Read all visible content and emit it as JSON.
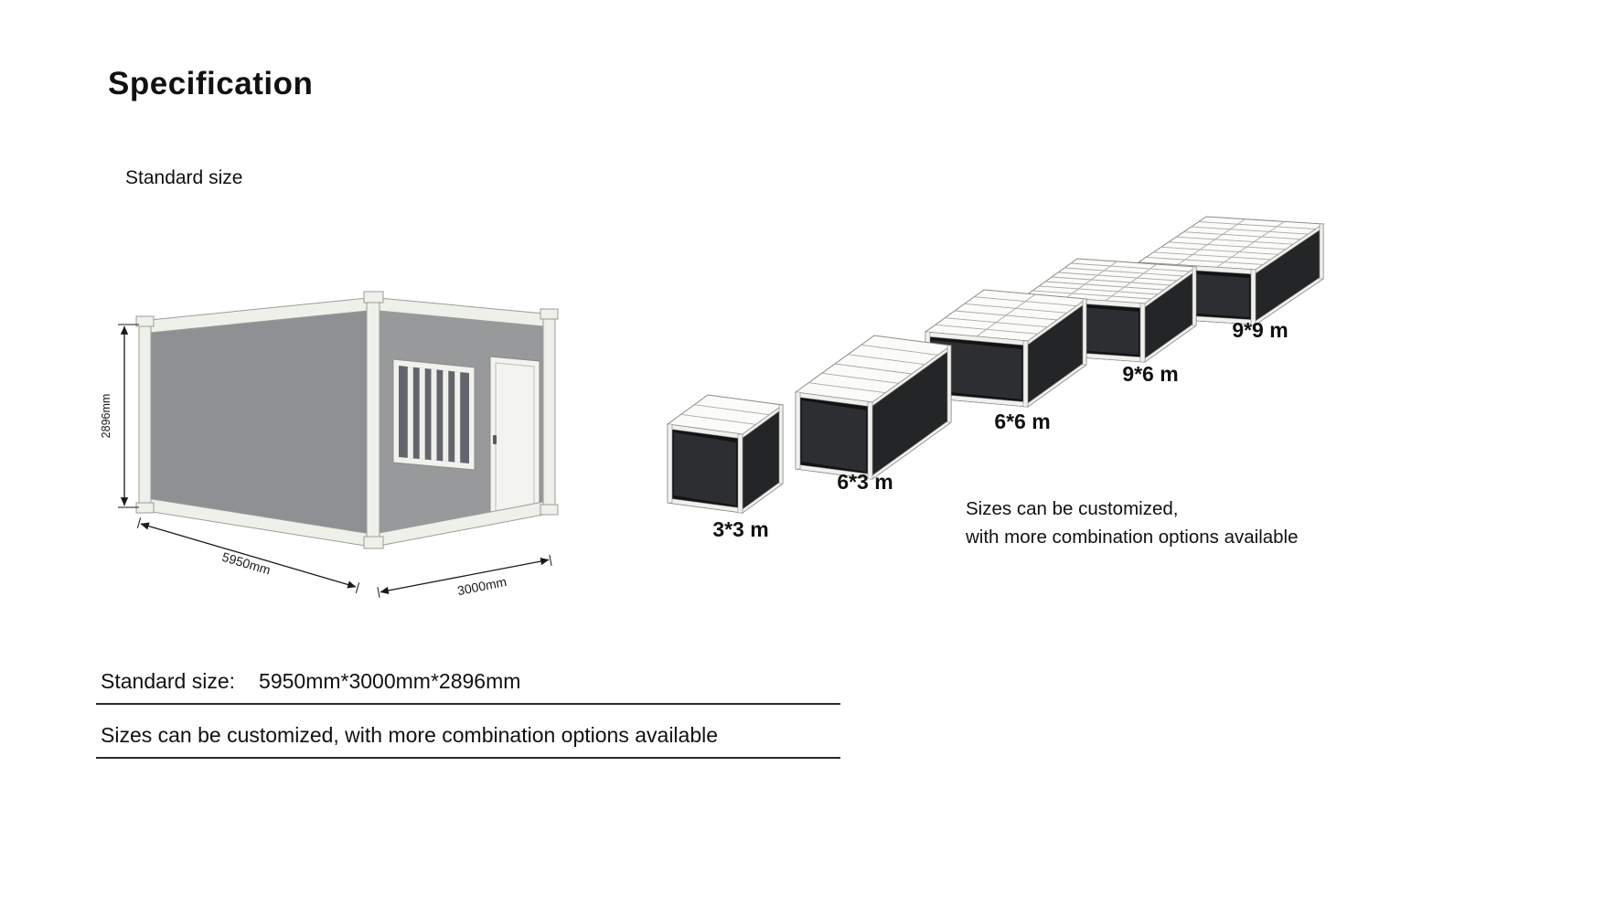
{
  "page": {
    "title": "Specification",
    "section_label": "Standard size"
  },
  "house": {
    "height_label": "2896mm",
    "length_label": "5950mm",
    "width_label": "3000mm"
  },
  "modules": [
    {
      "label": "3*3 m"
    },
    {
      "label": "6*3 m"
    },
    {
      "label": "6*6 m"
    },
    {
      "label": "9*6 m"
    },
    {
      "label": "9*9 m"
    }
  ],
  "note": {
    "line1": "Sizes can be customized,",
    "line2": "with more combination options available"
  },
  "footer": {
    "standard_size_label": "Standard size:",
    "standard_size_value": "5950mm*3000mm*2896mm",
    "custom_note": "Sizes can be customized, with more combination options available"
  },
  "colors": {
    "text": "#111111",
    "wall_gray": "#8e9093",
    "frame_white": "#eef0ea",
    "interior_dark": "#141517"
  }
}
